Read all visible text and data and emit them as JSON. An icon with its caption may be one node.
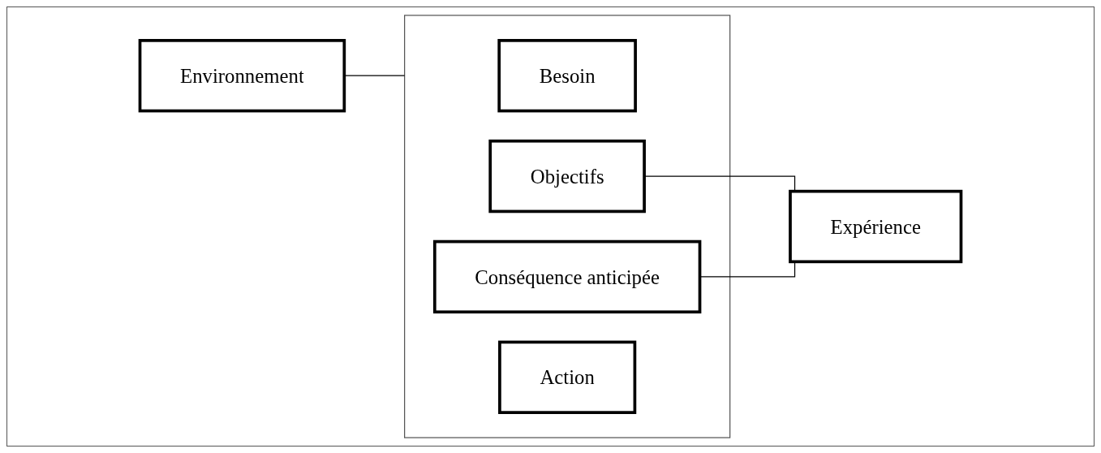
{
  "diagram": {
    "nodes": [
      {
        "text": [
          "Environnement"
        ]
      },
      {
        "text": [],
        "shape": "box"
      },
      {
        "text": [
          "Besoin"
        ],
        "in": 1
      },
      {
        "text": [
          "Objectifs"
        ],
        "in": 1
      },
      {
        "text": [
          "Conséquence anticipée"
        ],
        "in": 1
      },
      {
        "text": [
          "Action"
        ],
        "in": 1
      },
      {
        "text": [
          "Expérience"
        ]
      }
    ],
    "edges": [
      {
        "from": 0,
        "to": 1,
        "arrow": "none"
      },
      {
        "from": 3,
        "to": 6,
        "arrow": "none"
      },
      {
        "from": 4,
        "to": 6,
        "arrow": "none"
      }
    ]
  }
}
